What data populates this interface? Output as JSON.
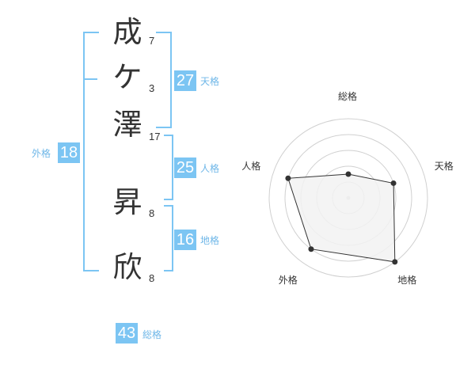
{
  "name": {
    "chars": [
      {
        "char": "成",
        "strokes": "7"
      },
      {
        "char": "ケ",
        "strokes": "3"
      },
      {
        "char": "澤",
        "strokes": "17"
      },
      {
        "char": "昇",
        "strokes": "8"
      },
      {
        "char": "欣",
        "strokes": "8"
      }
    ]
  },
  "fortune": {
    "tenkaku": {
      "value": "27",
      "label": "天格"
    },
    "jinkaku": {
      "value": "25",
      "label": "人格"
    },
    "chikaku": {
      "value": "16",
      "label": "地格"
    },
    "gaikaku": {
      "value": "18",
      "label": "外格"
    },
    "soukaku": {
      "value": "43",
      "label": "総格"
    }
  },
  "chart_data": {
    "type": "radar",
    "axes": [
      "総格",
      "天格",
      "地格",
      "外格",
      "人格"
    ],
    "values": [
      1.5,
      3,
      5,
      4,
      4
    ],
    "max": 5,
    "rings": 5,
    "colors": {
      "fill": "#f2f2f2",
      "line": "#333333",
      "ring": "#d0d0d0",
      "badge": "#7cc5f3"
    }
  }
}
